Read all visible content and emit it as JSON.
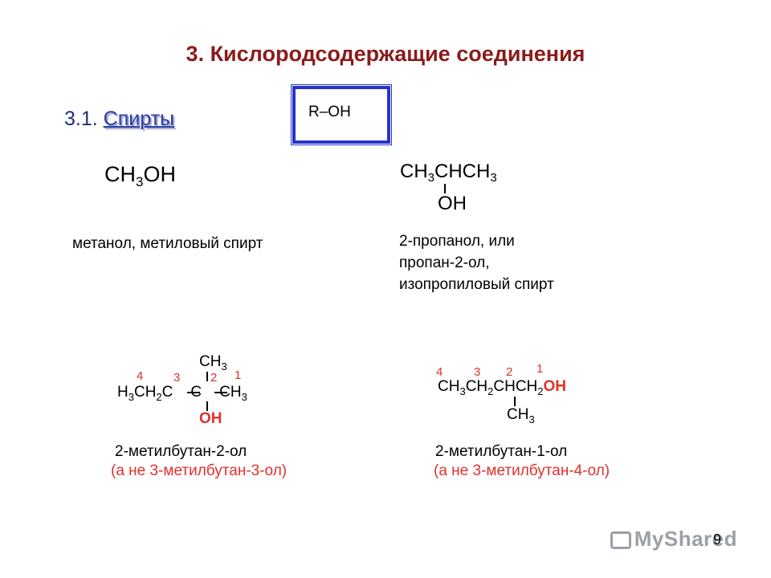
{
  "slide": {
    "title": "3. Кислородсодержащие соединения",
    "section_number": "3.1.",
    "section_link": "Спирты",
    "general_formula": "R–OH",
    "page_number": "9"
  },
  "methanol": {
    "formula_a": "CH",
    "formula_sub": "3",
    "formula_b": "OH",
    "name": "метанол, метиловый спирт"
  },
  "propanol": {
    "chain": [
      "CH",
      "3",
      "CHCH",
      "3"
    ],
    "substituent": "OH",
    "name_lines": [
      "2-пропанол, или",
      "пропан-2-ол,",
      "изопропиловый спирт"
    ]
  },
  "methylbutan2ol": {
    "numbers": [
      "4",
      "3",
      "2",
      "1"
    ],
    "top_group": [
      "CH",
      "3"
    ],
    "chain": [
      "H",
      "3",
      "CH",
      "2",
      "C",
      "C",
      "CH",
      "3"
    ],
    "oh": "OH",
    "name": "2-метилбутан-2-ол",
    "note": "(а не 3-метилбутан-3-ол)"
  },
  "methylbutan1ol": {
    "numbers": [
      "4",
      "3",
      "2",
      "1"
    ],
    "chain": [
      "CH",
      "3",
      "CH",
      "2",
      "CHCH",
      "2"
    ],
    "oh": "OH",
    "branch": [
      "CH",
      "3"
    ],
    "name": "2-метилбутан-1-ол",
    "note": "(а не 3-метилбутан-4-ол)"
  },
  "watermark": {
    "text": "MyShared",
    "icon": "projector-icon"
  },
  "colors": {
    "title": "#8b1a1a",
    "accent_red": "#e0312b",
    "box_blue": "#2633c8",
    "heading_blue": "#1f2f7a"
  }
}
